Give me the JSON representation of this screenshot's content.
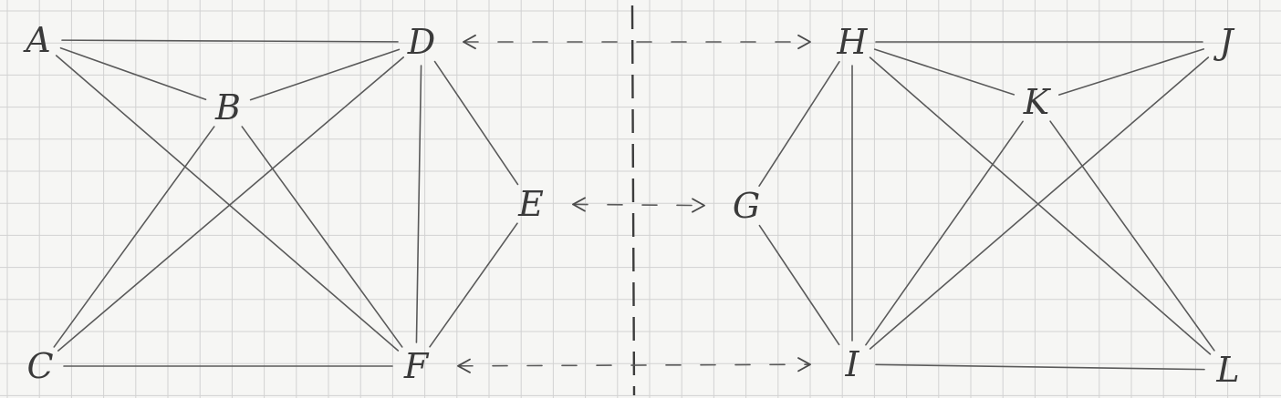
{
  "nodes": [
    {
      "id": "A",
      "label": "A"
    },
    {
      "id": "B",
      "label": "B"
    },
    {
      "id": "C",
      "label": "C"
    },
    {
      "id": "D",
      "label": "D"
    },
    {
      "id": "E",
      "label": "E"
    },
    {
      "id": "F",
      "label": "F"
    },
    {
      "id": "G",
      "label": "G"
    },
    {
      "id": "H",
      "label": "H"
    },
    {
      "id": "I",
      "label": "I"
    },
    {
      "id": "J",
      "label": "J"
    },
    {
      "id": "K",
      "label": "K"
    },
    {
      "id": "L",
      "label": "L"
    }
  ],
  "edges": [
    {
      "from": "A",
      "to": "D",
      "style": "solid"
    },
    {
      "from": "A",
      "to": "B",
      "style": "solid"
    },
    {
      "from": "A",
      "to": "F",
      "style": "solid"
    },
    {
      "from": "B",
      "to": "D",
      "style": "solid"
    },
    {
      "from": "B",
      "to": "C",
      "style": "solid"
    },
    {
      "from": "B",
      "to": "F",
      "style": "solid"
    },
    {
      "from": "C",
      "to": "D",
      "style": "solid"
    },
    {
      "from": "C",
      "to": "F",
      "style": "solid"
    },
    {
      "from": "D",
      "to": "F",
      "style": "solid"
    },
    {
      "from": "D",
      "to": "E",
      "style": "solid"
    },
    {
      "from": "E",
      "to": "F",
      "style": "solid"
    },
    {
      "from": "H",
      "to": "J",
      "style": "solid"
    },
    {
      "from": "H",
      "to": "K",
      "style": "solid"
    },
    {
      "from": "H",
      "to": "L",
      "style": "solid"
    },
    {
      "from": "H",
      "to": "I",
      "style": "solid"
    },
    {
      "from": "H",
      "to": "G",
      "style": "solid"
    },
    {
      "from": "K",
      "to": "J",
      "style": "solid"
    },
    {
      "from": "K",
      "to": "I",
      "style": "solid"
    },
    {
      "from": "K",
      "to": "L",
      "style": "solid"
    },
    {
      "from": "J",
      "to": "I",
      "style": "solid"
    },
    {
      "from": "I",
      "to": "L",
      "style": "solid"
    },
    {
      "from": "G",
      "to": "I",
      "style": "solid"
    },
    {
      "from": "D",
      "to": "H",
      "style": "dashed-bidirectional"
    },
    {
      "from": "E",
      "to": "G",
      "style": "dashed-bidirectional"
    },
    {
      "from": "F",
      "to": "I",
      "style": "dashed-bidirectional"
    }
  ],
  "colors": {
    "paper": "#f6f6f4",
    "grid": "#d2d2d2",
    "ink": "#4a4a4a"
  }
}
